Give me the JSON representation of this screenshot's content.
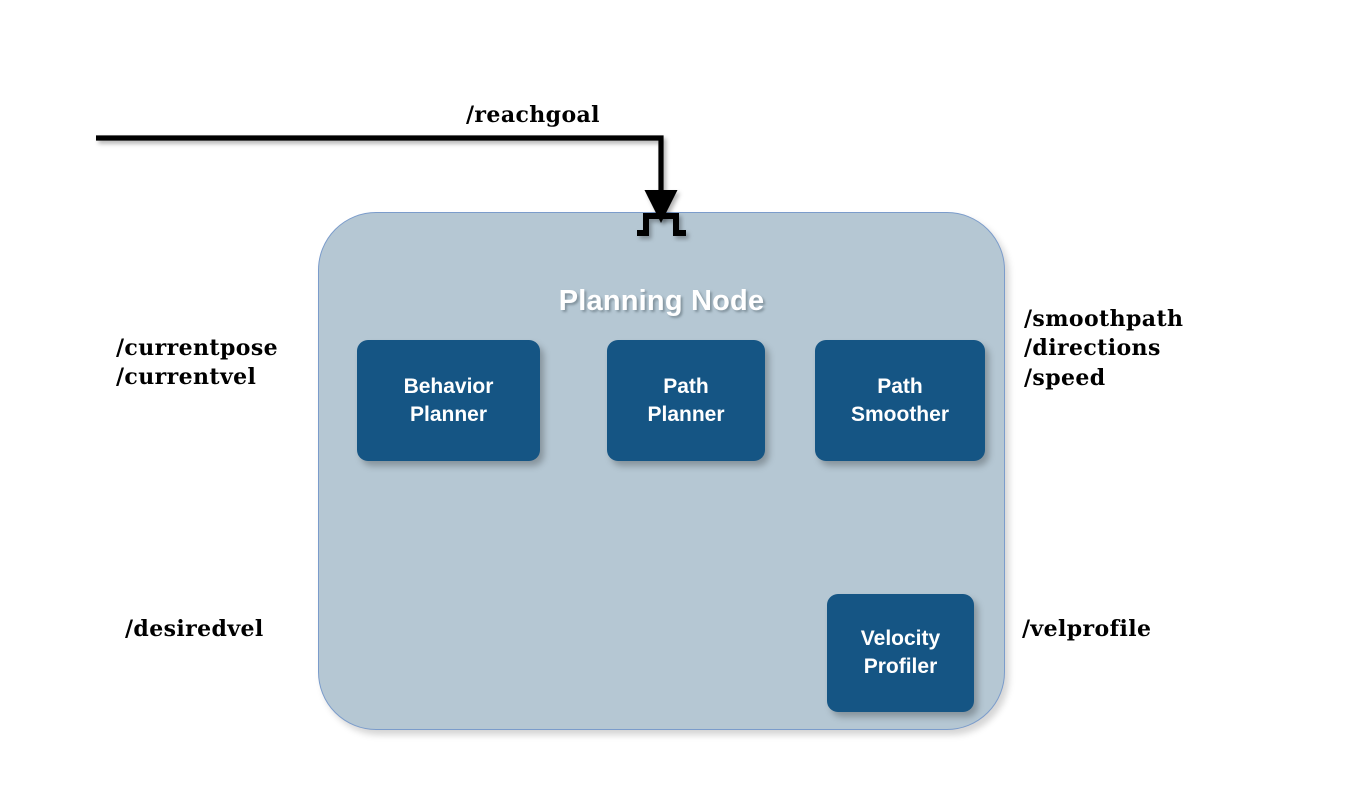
{
  "diagram": {
    "title": "Planning Node",
    "node": {
      "label": "Planning Node",
      "fill_color": "#b5c7d3",
      "border_color": "#7b9ccb"
    },
    "blocks": [
      {
        "id": "behavior-planner",
        "label": "Behavior\nPlanner",
        "fill_color": "#155584"
      },
      {
        "id": "path-planner",
        "label": "Path\nPlanner",
        "fill_color": "#155584"
      },
      {
        "id": "path-smoother",
        "label": "Path\nSmoother",
        "fill_color": "#155584"
      },
      {
        "id": "velocity-profiler",
        "label": "Velocity\nProfiler",
        "fill_color": "#155584"
      }
    ],
    "topics": {
      "reachgoal": "/reachgoal",
      "current_state": "/currentpose\n/currentvel",
      "outputs": "/smoothpath\n/directions\n/speed",
      "desiredvel": "/desiredvel",
      "velprofile": "/velprofile"
    },
    "connections": [
      {
        "from": "/reachgoal",
        "to": "behavior-planner-trigger",
        "style": "black-arrow",
        "marker": "pulse-step-icon"
      },
      {
        "from": "/currentpose /currentvel",
        "to": "behavior-planner",
        "style": "black-arrow"
      },
      {
        "from": "behavior-planner",
        "to": "path-planner",
        "style": "gray-arrow"
      },
      {
        "from": "path-planner",
        "to": "path-smoother",
        "style": "gray-arrow"
      },
      {
        "from": "path-smoother",
        "to": "velocity-profiler",
        "style": "gray-arrow"
      },
      {
        "from": "path-smoother",
        "to": "/smoothpath /directions /speed",
        "style": "black-arrow"
      },
      {
        "from": "/desiredvel",
        "to": "velocity-profiler",
        "style": "black-arrow"
      },
      {
        "from": "velocity-profiler",
        "to": "/velprofile",
        "style": "black-arrow"
      }
    ],
    "colors": {
      "block_fill": "#155584",
      "panel_fill": "#b5c7d3",
      "panel_border": "#7b9ccb",
      "arrow_black": "#000000",
      "arrow_gray": "#c2c2c0",
      "label_text": "#000000",
      "block_text": "#ffffff"
    }
  }
}
